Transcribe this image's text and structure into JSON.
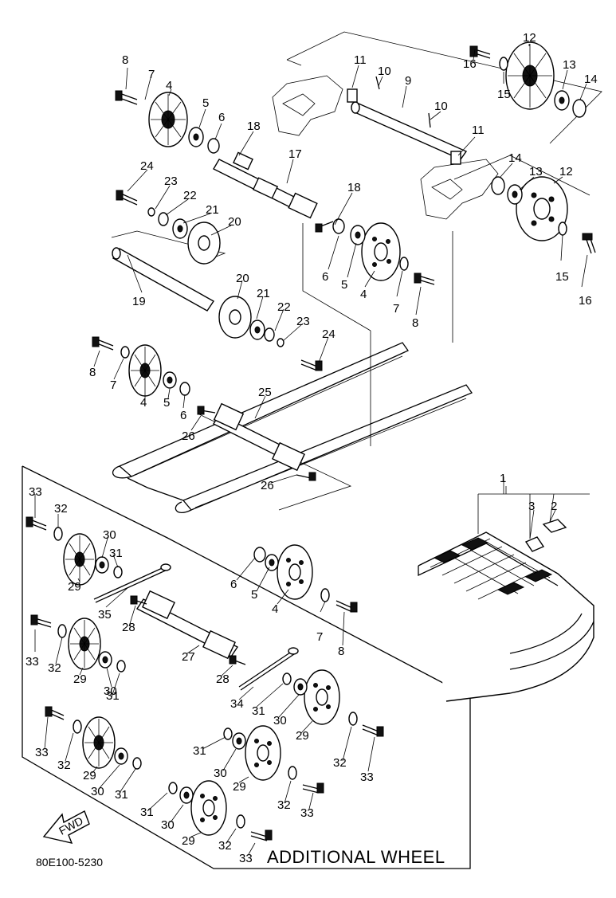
{
  "diagram": {
    "code": "80E100-5230",
    "additional_title": "ADDITIONAL WHEEL",
    "fwd_label": "FWD",
    "labels": [
      {
        "id": "l8a",
        "text": "8"
      },
      {
        "id": "l7a",
        "text": "7"
      },
      {
        "id": "l4a",
        "text": "4"
      },
      {
        "id": "l5a",
        "text": "5"
      },
      {
        "id": "l6a",
        "text": "6"
      },
      {
        "id": "l18a",
        "text": "18"
      },
      {
        "id": "l17",
        "text": "17"
      },
      {
        "id": "l11a",
        "text": "11"
      },
      {
        "id": "l10a",
        "text": "10"
      },
      {
        "id": "l9",
        "text": "9"
      },
      {
        "id": "l10b",
        "text": "10"
      },
      {
        "id": "l16a",
        "text": "16"
      },
      {
        "id": "l12a",
        "text": "12"
      },
      {
        "id": "l13a",
        "text": "13"
      },
      {
        "id": "l14a",
        "text": "14"
      },
      {
        "id": "l15a",
        "text": "15"
      },
      {
        "id": "l11b",
        "text": "11"
      },
      {
        "id": "l14b",
        "text": "14"
      },
      {
        "id": "l13b",
        "text": "13"
      },
      {
        "id": "l12b",
        "text": "12"
      },
      {
        "id": "l15b",
        "text": "15"
      },
      {
        "id": "l16b",
        "text": "16"
      },
      {
        "id": "l24a",
        "text": "24"
      },
      {
        "id": "l23a",
        "text": "23"
      },
      {
        "id": "l22a",
        "text": "22"
      },
      {
        "id": "l21a",
        "text": "21"
      },
      {
        "id": "l20a",
        "text": "20"
      },
      {
        "id": "l18b",
        "text": "18"
      },
      {
        "id": "l6b",
        "text": "6"
      },
      {
        "id": "l5b",
        "text": "5"
      },
      {
        "id": "l4b",
        "text": "4"
      },
      {
        "id": "l7b",
        "text": "7"
      },
      {
        "id": "l8b",
        "text": "8"
      },
      {
        "id": "l19",
        "text": "19"
      },
      {
        "id": "l20b",
        "text": "20"
      },
      {
        "id": "l21b",
        "text": "21"
      },
      {
        "id": "l22b",
        "text": "22"
      },
      {
        "id": "l23b",
        "text": "23"
      },
      {
        "id": "l24b",
        "text": "24"
      },
      {
        "id": "l8c",
        "text": "8"
      },
      {
        "id": "l7c",
        "text": "7"
      },
      {
        "id": "l4c",
        "text": "4"
      },
      {
        "id": "l5c",
        "text": "5"
      },
      {
        "id": "l6c",
        "text": "6"
      },
      {
        "id": "l25",
        "text": "25"
      },
      {
        "id": "l26a",
        "text": "26"
      },
      {
        "id": "l26b",
        "text": "26"
      },
      {
        "id": "l1",
        "text": "1"
      },
      {
        "id": "l3",
        "text": "3"
      },
      {
        "id": "l2",
        "text": "2"
      },
      {
        "id": "l33a",
        "text": "33"
      },
      {
        "id": "l32a",
        "text": "32"
      },
      {
        "id": "l30a",
        "text": "30"
      },
      {
        "id": "l31a",
        "text": "31"
      },
      {
        "id": "l29a",
        "text": "29"
      },
      {
        "id": "l35",
        "text": "35"
      },
      {
        "id": "l6d",
        "text": "6"
      },
      {
        "id": "l5d",
        "text": "5"
      },
      {
        "id": "l4d",
        "text": "4"
      },
      {
        "id": "l7d",
        "text": "7"
      },
      {
        "id": "l8d",
        "text": "8"
      },
      {
        "id": "l28a",
        "text": "28"
      },
      {
        "id": "l27",
        "text": "27"
      },
      {
        "id": "l33b",
        "text": "33"
      },
      {
        "id": "l32b",
        "text": "32"
      },
      {
        "id": "l29b",
        "text": "29"
      },
      {
        "id": "l30b",
        "text": "30"
      },
      {
        "id": "l31b",
        "text": "31"
      },
      {
        "id": "l28b",
        "text": "28"
      },
      {
        "id": "l34",
        "text": "34"
      },
      {
        "id": "l31c",
        "text": "31"
      },
      {
        "id": "l30c",
        "text": "30"
      },
      {
        "id": "l29c",
        "text": "29"
      },
      {
        "id": "l32c",
        "text": "32"
      },
      {
        "id": "l33c",
        "text": "33"
      },
      {
        "id": "l33d",
        "text": "33"
      },
      {
        "id": "l32d",
        "text": "32"
      },
      {
        "id": "l29d",
        "text": "29"
      },
      {
        "id": "l30d",
        "text": "30"
      },
      {
        "id": "l31d",
        "text": "31"
      },
      {
        "id": "l31e",
        "text": "31"
      },
      {
        "id": "l30e",
        "text": "30"
      },
      {
        "id": "l29e",
        "text": "29"
      },
      {
        "id": "l32e",
        "text": "32"
      },
      {
        "id": "l33e",
        "text": "33"
      },
      {
        "id": "l31f",
        "text": "31"
      },
      {
        "id": "l30f",
        "text": "30"
      },
      {
        "id": "l29f",
        "text": "29"
      },
      {
        "id": "l32f",
        "text": "32"
      },
      {
        "id": "l33f",
        "text": "33"
      }
    ]
  }
}
